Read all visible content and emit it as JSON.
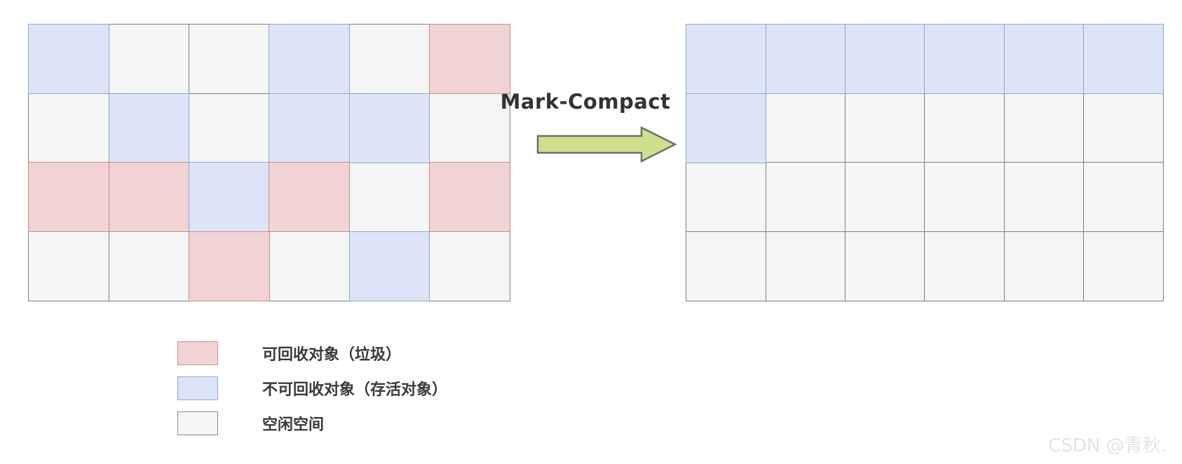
{
  "diagram": {
    "title": "Mark-Compact",
    "arrow_color": "#cfe08d",
    "arrow_stroke": "#6d6d6d",
    "colors": {
      "trash_fill": "#f2d3d3",
      "trash_border": "#cc8a8a",
      "live_fill": "#dce5f7",
      "live_border": "#8ba7d4",
      "free_fill": "#f5f5f5",
      "free_border": "#7f7f7f"
    }
  },
  "before_heap": {
    "rows": 4,
    "cols": 6,
    "cells": [
      [
        "live",
        "free",
        "free",
        "live",
        "free",
        "trash"
      ],
      [
        "free",
        "live",
        "free",
        "live",
        "live",
        "free"
      ],
      [
        "trash",
        "trash",
        "live",
        "trash",
        "free",
        "trash"
      ],
      [
        "free",
        "free",
        "trash",
        "free",
        "live",
        "free"
      ]
    ]
  },
  "after_heap": {
    "rows": 4,
    "cols": 6,
    "cells": [
      [
        "live",
        "live",
        "live",
        "live",
        "live",
        "live"
      ],
      [
        "live",
        "free",
        "free",
        "free",
        "free",
        "free"
      ],
      [
        "free",
        "free",
        "free",
        "free",
        "free",
        "free"
      ],
      [
        "free",
        "free",
        "free",
        "free",
        "free",
        "free"
      ]
    ]
  },
  "legend": {
    "items": [
      {
        "type": "trash",
        "label": "可回收对象（垃圾）"
      },
      {
        "type": "live",
        "label": "不可回收对象（存活对象）"
      },
      {
        "type": "free",
        "label": "空闲空间"
      }
    ]
  },
  "watermark": {
    "text": "CSDN @青秋."
  }
}
